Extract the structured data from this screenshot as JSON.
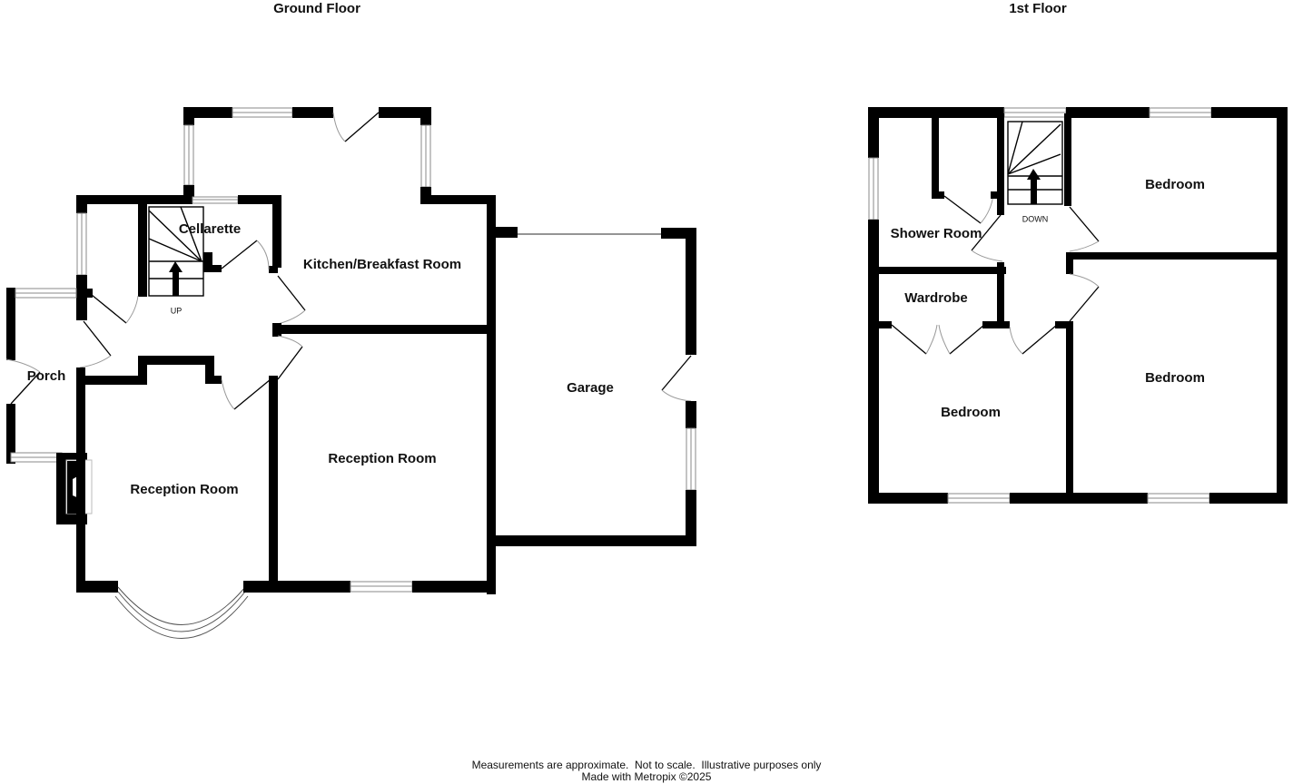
{
  "floors": [
    {
      "title": "Ground Floor",
      "rooms": [
        {
          "label": "Porch"
        },
        {
          "label": "Cellarette"
        },
        {
          "label": "Kitchen/Breakfast Room"
        },
        {
          "label": "Reception Room"
        },
        {
          "label": "Reception Room"
        },
        {
          "label": "Garage"
        }
      ],
      "stairs_label": "UP"
    },
    {
      "title": "1st Floor",
      "rooms": [
        {
          "label": "Shower Room"
        },
        {
          "label": "Wardrobe"
        },
        {
          "label": "Bedroom"
        },
        {
          "label": "Bedroom"
        },
        {
          "label": "Bedroom"
        }
      ],
      "stairs_label": "DOWN"
    }
  ],
  "footer": {
    "disclaimer": "Measurements are approximate.  Not to scale.  Illustrative purposes only",
    "credit": "Made with Metropix ©2025"
  },
  "colors": {
    "wall": "#000000",
    "window_line": "#888888",
    "door_swing": "#999999",
    "background": "#ffffff"
  }
}
